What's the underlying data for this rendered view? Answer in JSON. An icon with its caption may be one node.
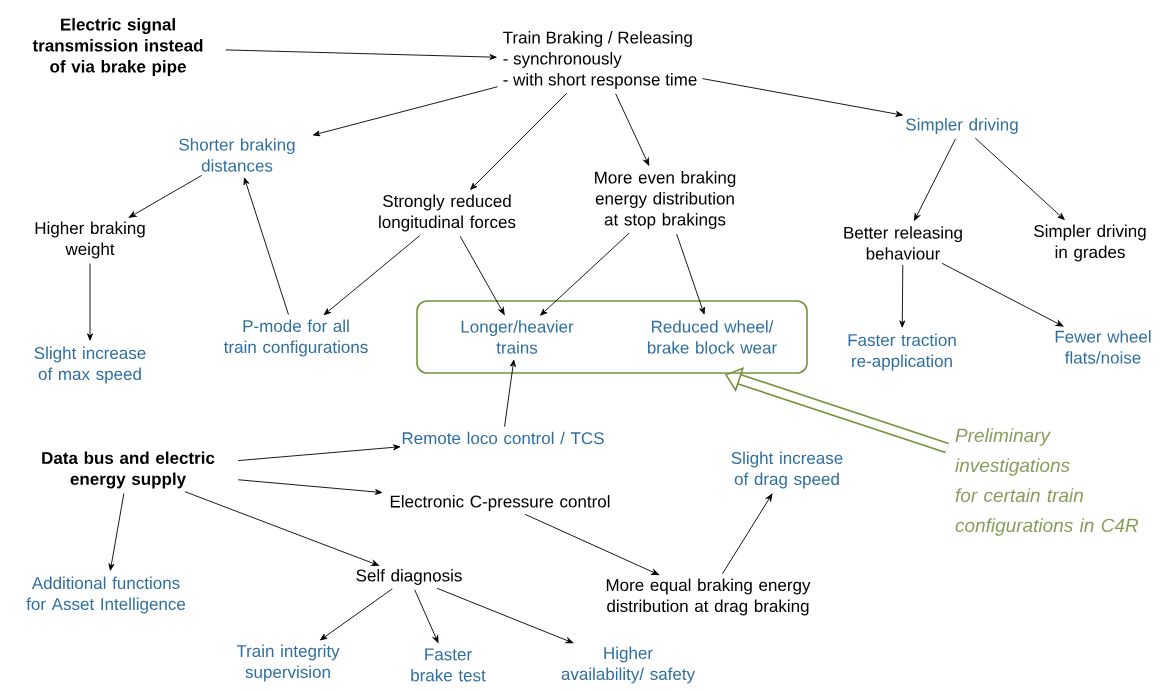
{
  "diagram": {
    "nodes": [
      {
        "text": [
          "Electric signal transmission instead of via brake pipe"
        ]
      },
      {
        "text": [
          "Train Braking / Releasing",
          "- synchronously",
          "- with short response time"
        ]
      },
      {
        "text": [
          "Shorter braking distances"
        ]
      },
      {
        "text": [
          "Strongly reduced longitudinal forces"
        ]
      },
      {
        "text": [
          "More even braking energy distribution at stop brakings"
        ]
      },
      {
        "text": [
          "Simpler driving"
        ]
      },
      {
        "text": [
          "Higher braking weight"
        ]
      },
      {
        "text": [
          "Better releasing behaviour"
        ]
      },
      {
        "text": [
          "Simpler driving in grades"
        ]
      },
      {
        "text": [
          "Slight increase of max speed"
        ]
      },
      {
        "text": [
          "P-mode for all train configurations"
        ]
      },
      {
        "text": [],
        "shape": "box"
      },
      {
        "text": [
          "Longer/heavier trains"
        ],
        "in": 11
      },
      {
        "text": [
          "Reduced wheel/ brake block wear"
        ],
        "in": 11
      },
      {
        "text": [
          "Faster traction re-application"
        ]
      },
      {
        "text": [
          "Fewer wheel flats/noise"
        ]
      },
      {
        "text": [
          "Remote loco control / TCS"
        ]
      },
      {
        "text": [
          "Preliminary investigations for certain train configurations in C4R"
        ]
      },
      {
        "text": [
          "Data bus and electric energy supply"
        ]
      },
      {
        "text": [
          "Slight increase of drag speed"
        ]
      },
      {
        "text": [
          "Electronic C-pressure control"
        ]
      },
      {
        "text": [
          "Additional functions for Asset Intelligence"
        ]
      },
      {
        "text": [
          "Self diagnosis"
        ]
      },
      {
        "text": [
          "More equal braking energy distribution at drag braking"
        ]
      },
      {
        "text": [
          "Train integrity supervision"
        ]
      },
      {
        "text": [
          "Faster brake test"
        ]
      },
      {
        "text": [
          "Higher availability/ safety"
        ]
      }
    ],
    "edges": [
      {
        "from": 0,
        "to": 1,
        "arrow": "to"
      },
      {
        "from": 1,
        "to": 2,
        "arrow": "to"
      },
      {
        "from": 1,
        "to": 3,
        "arrow": "to"
      },
      {
        "from": 1,
        "to": 4,
        "arrow": "to"
      },
      {
        "from": 1,
        "to": 5,
        "arrow": "to"
      },
      {
        "from": 2,
        "to": 6,
        "arrow": "to"
      },
      {
        "from": 6,
        "to": 9,
        "arrow": "to"
      },
      {
        "from": 10,
        "to": 2,
        "arrow": "to"
      },
      {
        "from": 3,
        "to": 10,
        "arrow": "to"
      },
      {
        "from": 3,
        "to": 12,
        "arrow": "to"
      },
      {
        "from": 4,
        "to": 12,
        "arrow": "to"
      },
      {
        "from": 4,
        "to": 13,
        "arrow": "to"
      },
      {
        "from": 5,
        "to": 7,
        "arrow": "to"
      },
      {
        "from": 5,
        "to": 8,
        "arrow": "to"
      },
      {
        "from": 7,
        "to": 14,
        "arrow": "to"
      },
      {
        "from": 7,
        "to": 15,
        "arrow": "to"
      },
      {
        "from": 16,
        "to": 12,
        "arrow": "to"
      },
      {
        "from": 17,
        "to": 11,
        "arrow": "to",
        "style": "thick",
        "color": "#76923c"
      },
      {
        "from": 18,
        "to": 16,
        "arrow": "to"
      },
      {
        "from": 18,
        "to": 20,
        "arrow": "to"
      },
      {
        "from": 18,
        "to": 21,
        "arrow": "to"
      },
      {
        "from": 18,
        "to": 22,
        "arrow": "to"
      },
      {
        "from": 20,
        "to": 23,
        "arrow": "to"
      },
      {
        "from": 23,
        "to": 19,
        "arrow": "to"
      },
      {
        "from": 22,
        "to": 24,
        "arrow": "to"
      },
      {
        "from": 22,
        "to": 25,
        "arrow": "to"
      },
      {
        "from": 22,
        "to": 26,
        "arrow": "to"
      }
    ]
  }
}
